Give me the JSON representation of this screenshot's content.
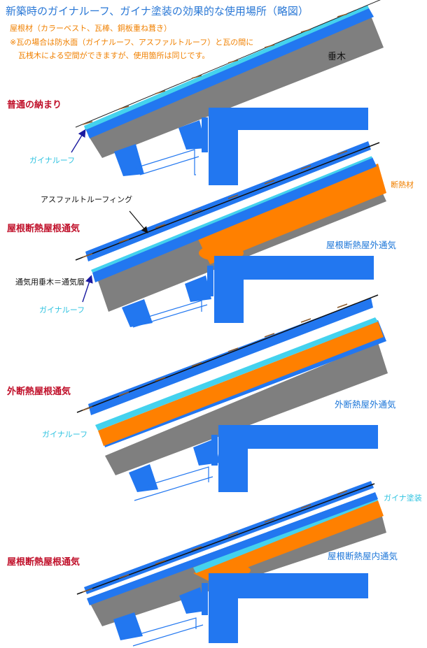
{
  "title": "新築時のガイナルーフ、ガイナ塗装の効果的な使用場所（略図）",
  "notes": [
    "屋根材（カラーベスト、瓦棒、銅板重ね葺き）",
    "※瓦の場合は防水面（ガイナルーフ、アスファルトルーフ）と瓦の間に",
    "瓦桟木による空間ができますが、使用箇所は同じです。"
  ],
  "diagram1": {
    "heading": "普通の納まり",
    "rafter_label": "垂木",
    "gaina_label": "ガイナルーフ"
  },
  "diagram2": {
    "heading": "屋根断熱屋根通気",
    "asphalt_label": "アスファルトルーフィング",
    "insulation_label": "断熱材",
    "vent_label": "屋根断熱屋外通気",
    "rafter_layer_label": "通気用垂木＝通気層",
    "gaina_label": "ガイナルーフ"
  },
  "diagram3": {
    "heading": "外断熱屋根通気",
    "vent_label": "外断熱屋外通気",
    "gaina_label": "ガイナルーフ"
  },
  "diagram4": {
    "heading": "屋根断熱屋根通気",
    "paint_label": "ガイナ塗装",
    "vent_label": "屋根断熱屋内通気"
  },
  "colors": {
    "blue": "#2277f0",
    "cyan": "#44d2ee",
    "orange": "#ff8000",
    "gray": "#7f7f7f",
    "white": "#ffffff",
    "roofing": "#c9a98a",
    "pointer": "#1a1aa0"
  }
}
